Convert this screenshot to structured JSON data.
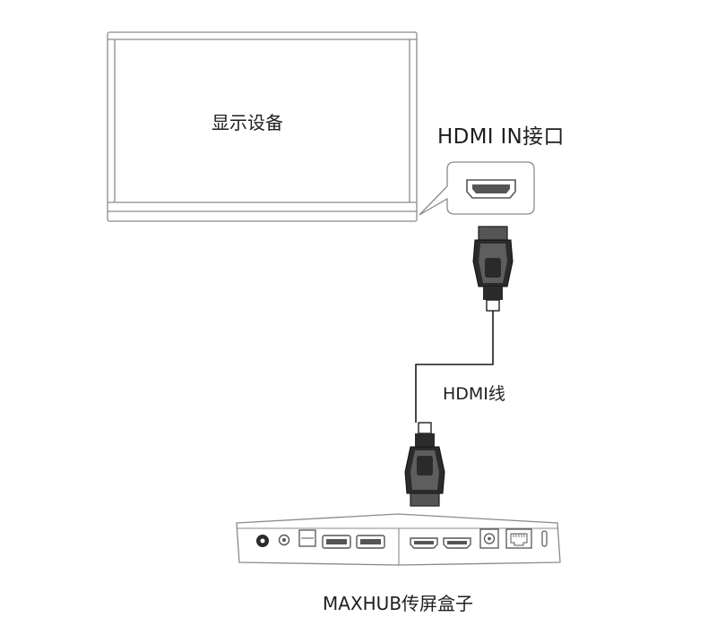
{
  "labels": {
    "display_device": "显示设备",
    "hdmi_in_port": "HDMI IN接口",
    "hdmi_cable": "HDMI线",
    "device_box": "MAXHUB传屏盒子"
  },
  "colors": {
    "outline": "#8a8a8a",
    "connector_dark": "#2b2b2b",
    "connector_grey": "#5e5e5e",
    "cable": "#1a1a1a"
  }
}
